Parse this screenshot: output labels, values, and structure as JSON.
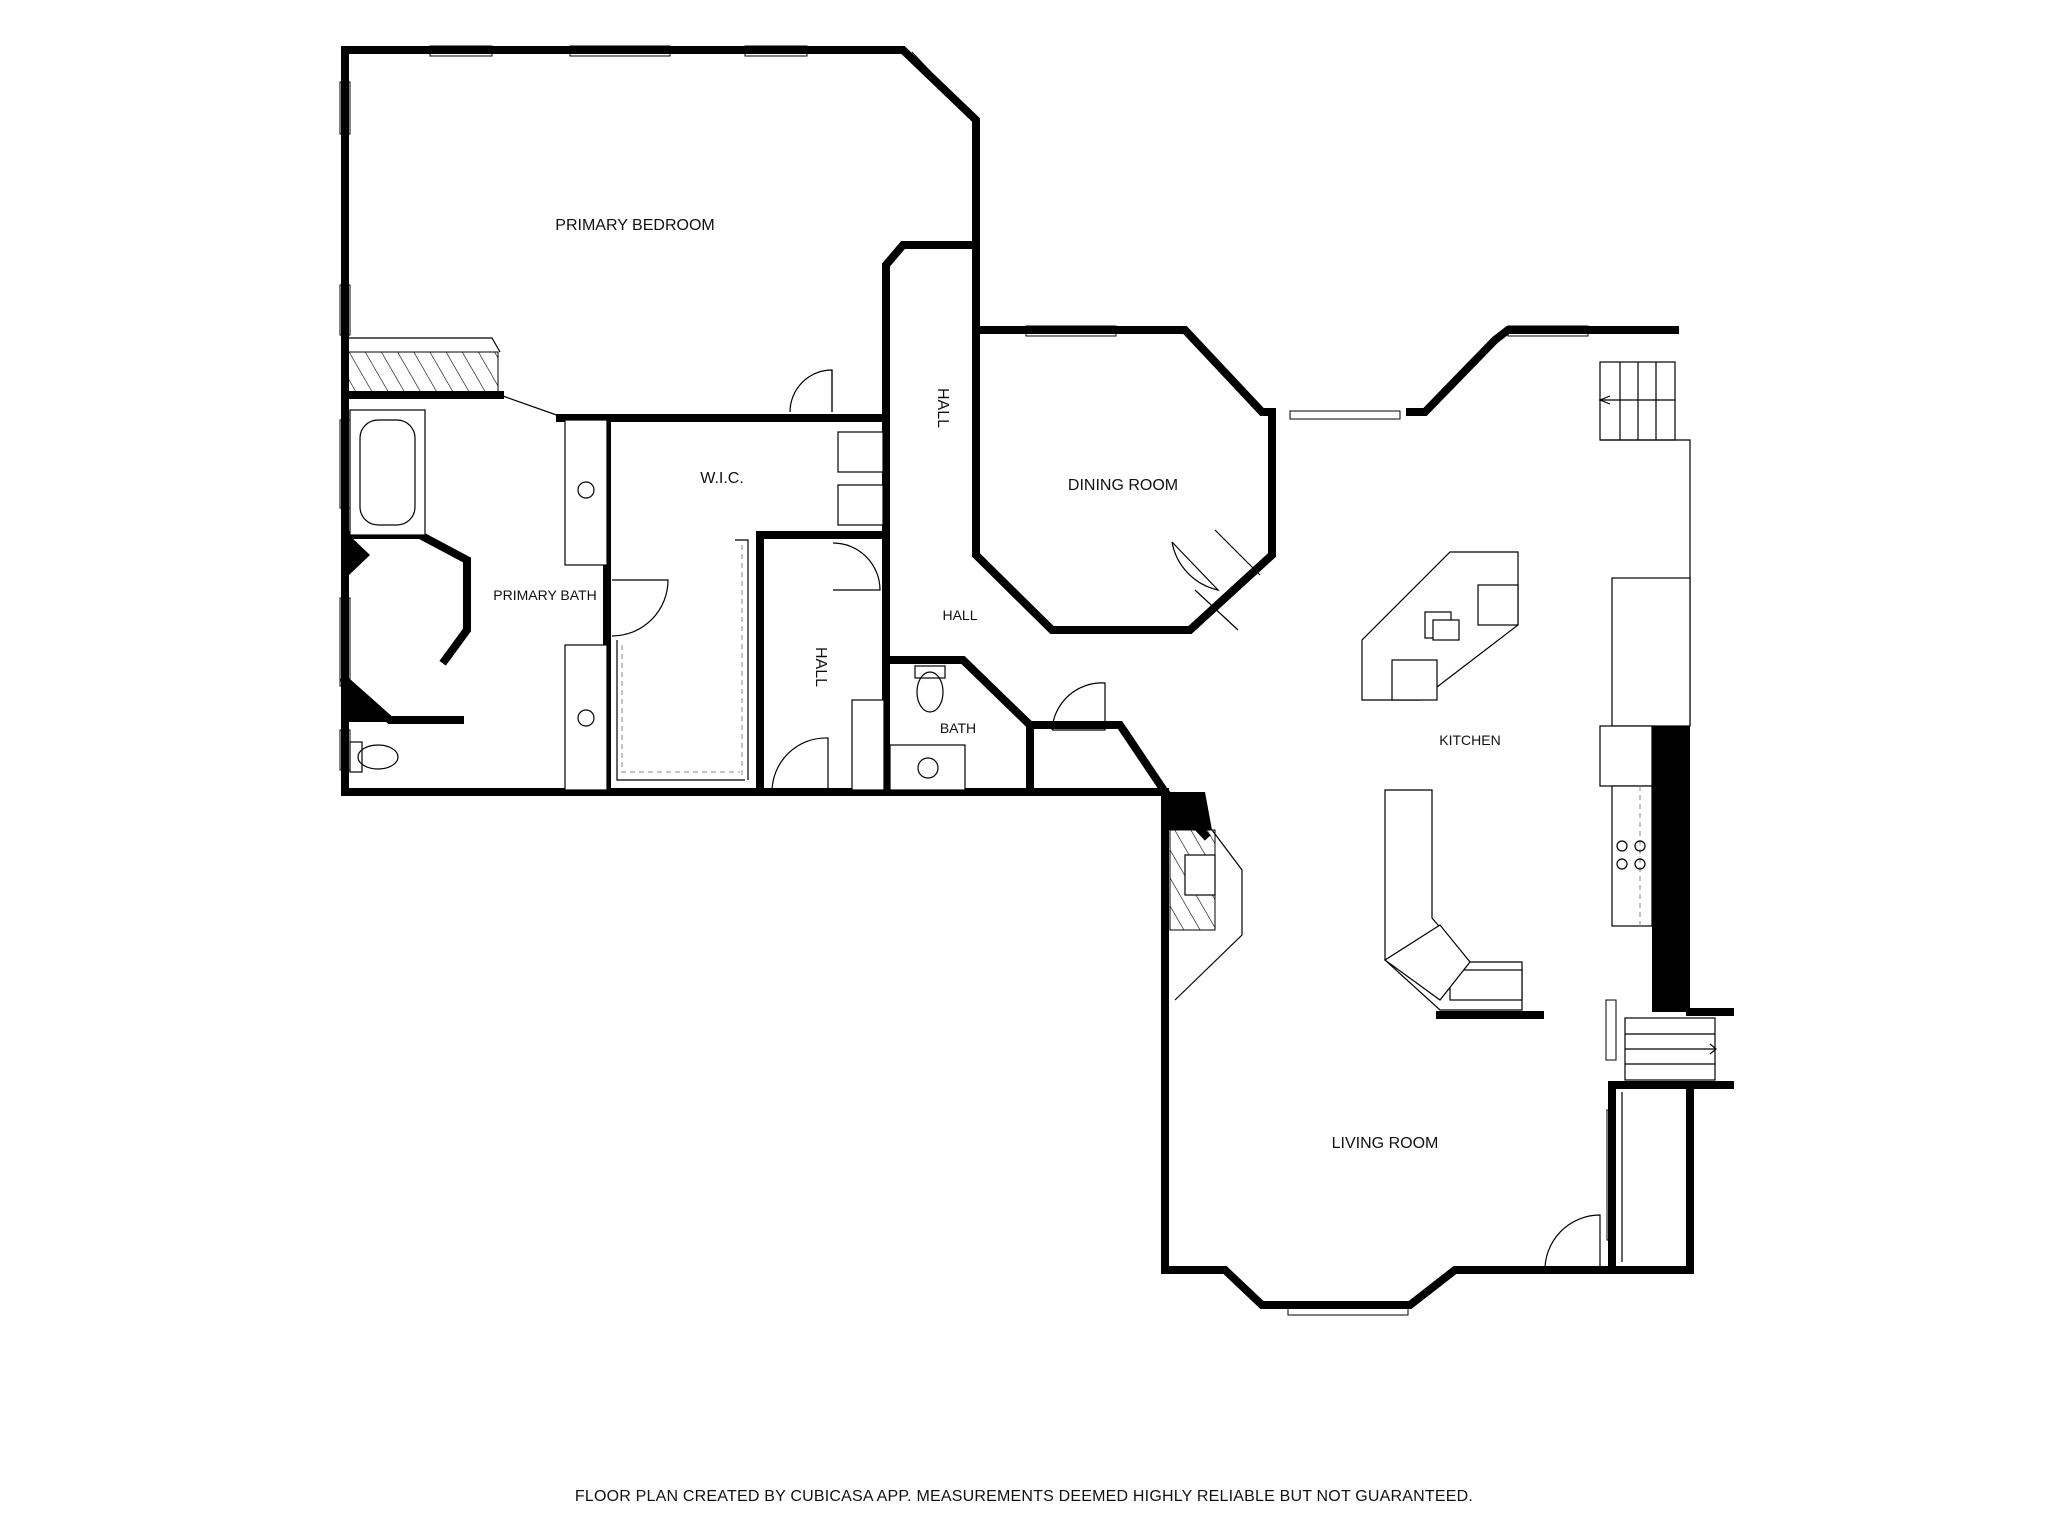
{
  "rooms": {
    "primary_bedroom": "PRIMARY BEDROOM",
    "wic": "W.I.C.",
    "primary_bath": "PRIMARY BATH",
    "hall_upper": "HALL",
    "hall_middle": "HALL",
    "hall_small": "HALL",
    "bath": "BATH",
    "dining_room": "DINING ROOM",
    "kitchen": "KITCHEN",
    "living_room": "LIVING ROOM"
  },
  "footer": "FLOOR PLAN CREATED BY CUBICASA APP. MEASUREMENTS DEEMED HIGHLY RELIABLE BUT NOT GUARANTEED."
}
